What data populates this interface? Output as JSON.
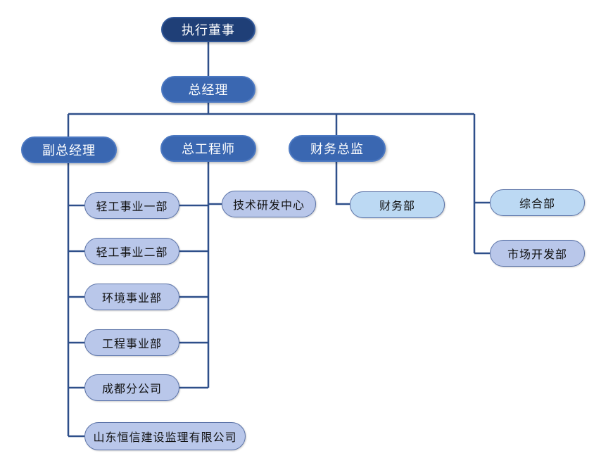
{
  "colors": {
    "line": "#2e4f8a",
    "top": "#1f3f77",
    "mid": "#3a67b1",
    "dept_a": "#b9c7ea",
    "dept_b": "#bcd9f3"
  },
  "nodes": {
    "executive_director": "执行董事",
    "general_manager": "总经理",
    "deputy_general_manager": "副总经理",
    "chief_engineer": "总工程师",
    "finance_director": "财务总监",
    "light_industry_1": "轻工事业一部",
    "light_industry_2": "轻工事业二部",
    "environment": "环境事业部",
    "engineering": "工程事业部",
    "chengdu_branch": "成都分公司",
    "supervision_company": "山东恒信建设监理有限公司",
    "tech_rd_center": "技术研发中心",
    "finance_dept": "财务部",
    "general_dept": "综合部",
    "market_dev_dept": "市场开发部"
  }
}
